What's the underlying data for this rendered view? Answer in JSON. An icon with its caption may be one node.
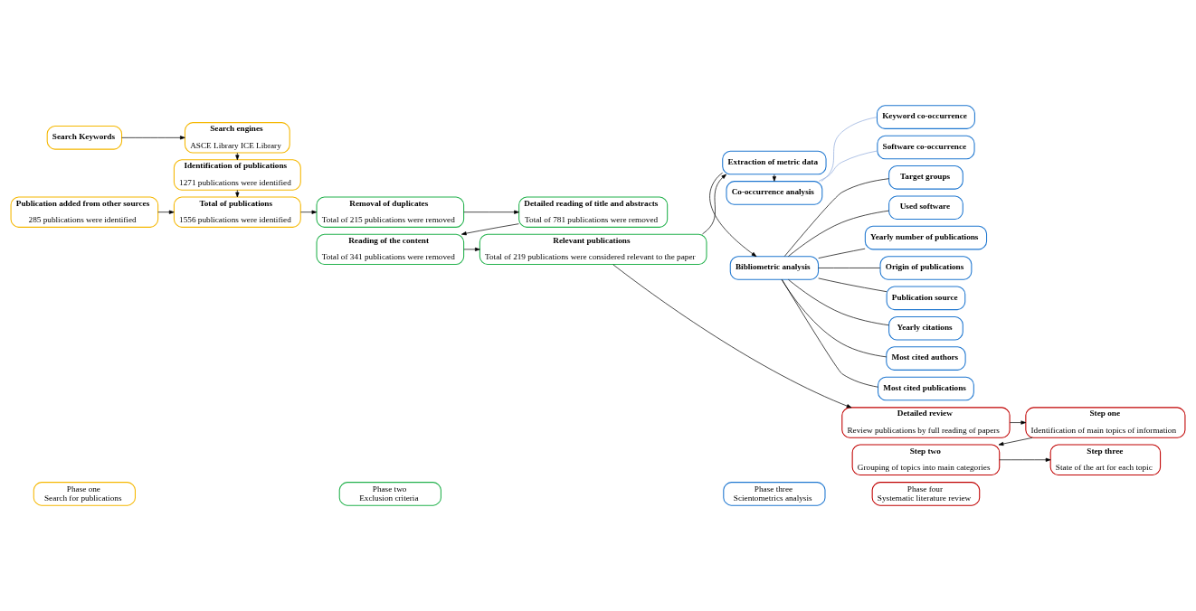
{
  "diagram": {
    "nodes": [
      {
        "text": [
          "Phase one",
          "Search for publications"
        ]
      },
      {
        "text": [
          "Phase two",
          "Exclusion criteria"
        ]
      },
      {
        "text": [
          "Phase three",
          "Scientometrics analysis"
        ]
      },
      {
        "text": [
          "Phase four",
          "Systematic literature review"
        ]
      },
      {
        "text": [
          "Search Keywords"
        ]
      },
      {
        "text": [
          "Search engines",
          "ASCE Library ICE Library"
        ]
      },
      {
        "text": [
          "Identification of publications",
          "1271 publications were identified"
        ]
      },
      {
        "text": [
          "Publication added from other sources",
          "285 publications were identified"
        ]
      },
      {
        "text": [
          "Total of publications",
          "1556 publications were identified"
        ]
      },
      {
        "text": [
          "Removal of duplicates",
          "Total of 215 publications were removed"
        ]
      },
      {
        "text": [
          "Detailed reading of title and abstracts",
          "Total of 781 publications were removed"
        ]
      },
      {
        "text": [
          "Reading of the content",
          "Total of 341 publications were removed"
        ]
      },
      {
        "text": [
          "Relevant publications",
          "Total of 219 publications were considered relevant to the paper"
        ]
      },
      {
        "text": [
          "Extraction of metric data"
        ]
      },
      {
        "text": [
          "Bibliometric analysis"
        ]
      },
      {
        "text": [
          "Co-occurrence analysis"
        ]
      },
      {
        "text": [
          "Yearly number of publications"
        ]
      },
      {
        "text": [
          "Origin of publications"
        ]
      },
      {
        "text": [
          "Publication source"
        ]
      },
      {
        "text": [
          "Yearly citations"
        ]
      },
      {
        "text": [
          "Most cited authors"
        ]
      },
      {
        "text": [
          "Most cited publications"
        ]
      },
      {
        "text": [
          "Target groups"
        ]
      },
      {
        "text": [
          "Used software"
        ]
      },
      {
        "text": [
          "Keyword co-occurrence"
        ]
      },
      {
        "text": [
          "Software co-occurrence"
        ]
      },
      {
        "text": [
          "Detailed review",
          "Review publications by full reading of papers"
        ]
      },
      {
        "text": [
          "Step one",
          "Identification of main topics of information"
        ]
      },
      {
        "text": [
          "Step two",
          "Grouping of topics into main categories"
        ]
      },
      {
        "text": [
          "Step three",
          "State of the art for each topic"
        ]
      }
    ],
    "edges": [
      {
        "from": 4,
        "to": 5,
        "arrow": "to"
      },
      {
        "from": 5,
        "to": 6,
        "arrow": "to"
      },
      {
        "from": 6,
        "to": 8,
        "arrow": "to"
      },
      {
        "from": 7,
        "to": 8,
        "arrow": "to"
      },
      {
        "from": 8,
        "to": 9,
        "arrow": "to"
      },
      {
        "from": 9,
        "to": 10,
        "arrow": "to"
      },
      {
        "from": 10,
        "to": 11,
        "arrow": "to"
      },
      {
        "from": 11,
        "to": 12,
        "arrow": "to"
      },
      {
        "from": 12,
        "to": 13,
        "arrow": "to"
      },
      {
        "from": 12,
        "to": 26,
        "arrow": "to"
      },
      {
        "from": 13,
        "to": 14,
        "arrow": "to"
      },
      {
        "from": 13,
        "to": 15,
        "arrow": "to"
      },
      {
        "from": 14,
        "to": 16,
        "arrow": "none"
      },
      {
        "from": 14,
        "to": 17,
        "arrow": "none"
      },
      {
        "from": 14,
        "to": 18,
        "arrow": "none"
      },
      {
        "from": 14,
        "to": 19,
        "arrow": "none"
      },
      {
        "from": 14,
        "to": 20,
        "arrow": "none"
      },
      {
        "from": 14,
        "to": 21,
        "arrow": "none"
      },
      {
        "from": 14,
        "to": 22,
        "arrow": "none"
      },
      {
        "from": 14,
        "to": 23,
        "arrow": "none"
      },
      {
        "from": 15,
        "to": 24,
        "arrow": "none",
        "color": "#8faadc"
      },
      {
        "from": 15,
        "to": 25,
        "arrow": "none",
        "color": "#8faadc"
      },
      {
        "from": 26,
        "to": 27,
        "arrow": "to"
      },
      {
        "from": 27,
        "to": 28,
        "arrow": "to"
      },
      {
        "from": 28,
        "to": 29,
        "arrow": "to"
      }
    ]
  }
}
